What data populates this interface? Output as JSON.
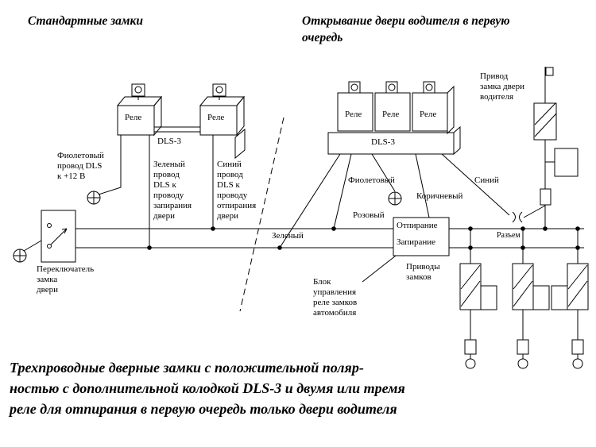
{
  "titles": {
    "left": "Стандартные замки",
    "right": "Открывание двери водителя в первую\nочередь"
  },
  "left_section": {
    "relays": [
      "Реле",
      "Реле"
    ],
    "dls3_label": "DLS-3",
    "violet_wire_note": "Фиолетовый\nпровод DLS\nк +12 В",
    "green_wire_note": "Зеленый\nпровод\nDLS к\nпроводу\nзапирания\nдвери",
    "blue_wire_note": "Синий\nпровод\nDLS к\nпроводу\nотпирания\nдвери",
    "switch_label": "Переключатель\nзамка\nдвери"
  },
  "right_section": {
    "relays": [
      "Реле",
      "Реле",
      "Реле"
    ],
    "dls3_label": "DLS-3",
    "wire_violet": "Фиолетовый",
    "wire_brown": "Коричневый",
    "wire_blue": "Синий",
    "wire_pink": "Розовый",
    "wire_green": "Зеленый",
    "unlock_label": "Отпирание",
    "lock_label": "Запирание",
    "actuators_label": "Приводы\nзамков",
    "control_unit_label": "Блок\nуправления\nреле замков\nавтомобиля",
    "connector_label": "Разъем",
    "driver_actuator_label": "Привод\nзамка двери\nводителя"
  },
  "caption": "Трехпроводные дверные замки с положительной поляр-\nностью с дополнительной колодкой DLS-3 и двумя или тремя\nреле для отпирания в первую очередь только двери водителя",
  "colors": {
    "ink": "#000000",
    "background": "#ffffff"
  }
}
